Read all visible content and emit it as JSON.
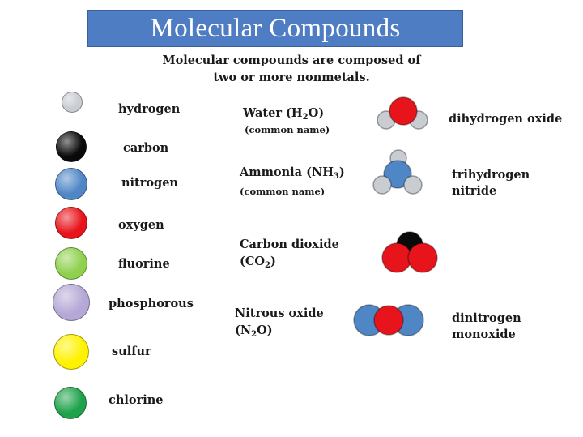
{
  "title": "Molecular Compounds",
  "subtitle_line1": "Molecular compounds are composed of",
  "subtitle_line2": "two or more nonmetals.",
  "colors": {
    "banner": "#4f7dc4",
    "hydrogen": "#c9cdd2",
    "carbon": "#0a0a0a",
    "nitrogen": "#4f86c6",
    "oxygen": "#e8141c",
    "fluorine": "#8fd14f",
    "phosphorous": "#b5a8d6",
    "sulfur": "#fff200",
    "chlorine": "#1ea24a"
  },
  "elements": [
    {
      "name": "hydrogen"
    },
    {
      "name": "carbon"
    },
    {
      "name": "nitrogen"
    },
    {
      "name": "oxygen"
    },
    {
      "name": "fluorine"
    },
    {
      "name": "phosphorous"
    },
    {
      "name": "sulfur"
    },
    {
      "name": "chlorine"
    }
  ],
  "compounds": [
    {
      "common_pre": "Water  (H",
      "sub": "2",
      "common_post": "O)",
      "note": "(common name)",
      "systematic_line1": "dihydrogen oxide",
      "systematic_line2": ""
    },
    {
      "common_pre": "Ammonia (NH",
      "sub": "3",
      "common_post": ")",
      "note": "(common name)",
      "systematic_line1": "trihydrogen",
      "systematic_line2": "nitride"
    },
    {
      "common_pre": "Carbon dioxide",
      "line2_pre": "(CO",
      "sub": "2",
      "line2_post": ")",
      "systematic_line1": "",
      "systematic_line2": ""
    },
    {
      "common_pre": "Nitrous oxide",
      "line2_pre": "(N",
      "sub": "2",
      "line2_post": "O)",
      "systematic_line1": "dinitrogen",
      "systematic_line2": "monoxide"
    }
  ]
}
